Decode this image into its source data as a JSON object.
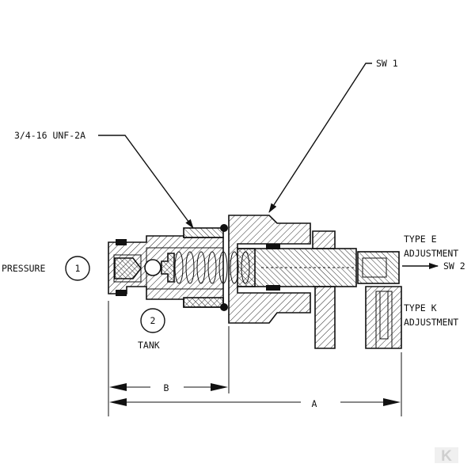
{
  "labels": {
    "sw1": "SW 1",
    "thread": "3/4-16 UNF-2A",
    "pressure": "PRESSURE",
    "port1": "1",
    "port2": "2",
    "tank": "TANK",
    "type_e": "TYPE E",
    "type_e_adj": "ADJUSTMENT",
    "sw2": "SW 2",
    "type_k": "TYPE K",
    "type_k_adj": "ADJUSTMENT",
    "dim_b": "B",
    "dim_a": "A"
  },
  "watermark": "K",
  "colors": {
    "line": "#111111",
    "watermark": "#dddddd"
  }
}
